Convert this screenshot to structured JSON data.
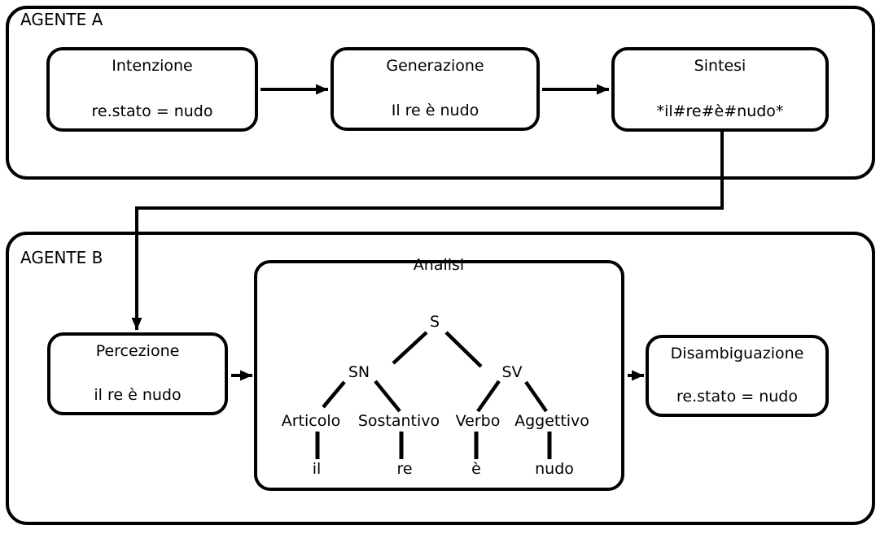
{
  "colors": {
    "background": "#ffffff",
    "line": "#000000",
    "text": "#000000"
  },
  "agent_a": {
    "label": "AGENTE A",
    "intenzione": {
      "title": "Intenzione",
      "value": "re.stato = nudo"
    },
    "generazione": {
      "title": "Generazione",
      "value": "Il re è nudo"
    },
    "sintesi": {
      "title": "Sintesi",
      "value": "*il#re#è#nudo*"
    }
  },
  "agent_b": {
    "label": "AGENTE B",
    "percezione": {
      "title": "Percezione",
      "value": "il re è nudo"
    },
    "disambiguazione": {
      "title": "Disambiguazione",
      "value": "re.stato = nudo"
    },
    "analisi": {
      "title": "Analisi",
      "tree": {
        "root": "S",
        "noun_phrase": "SN",
        "verb_phrase": "SV",
        "preterminals": [
          "Articolo",
          "Sostantivo",
          "Verbo",
          "Aggettivo"
        ],
        "leaves": [
          "il",
          "re",
          "è",
          "nudo"
        ]
      }
    }
  }
}
